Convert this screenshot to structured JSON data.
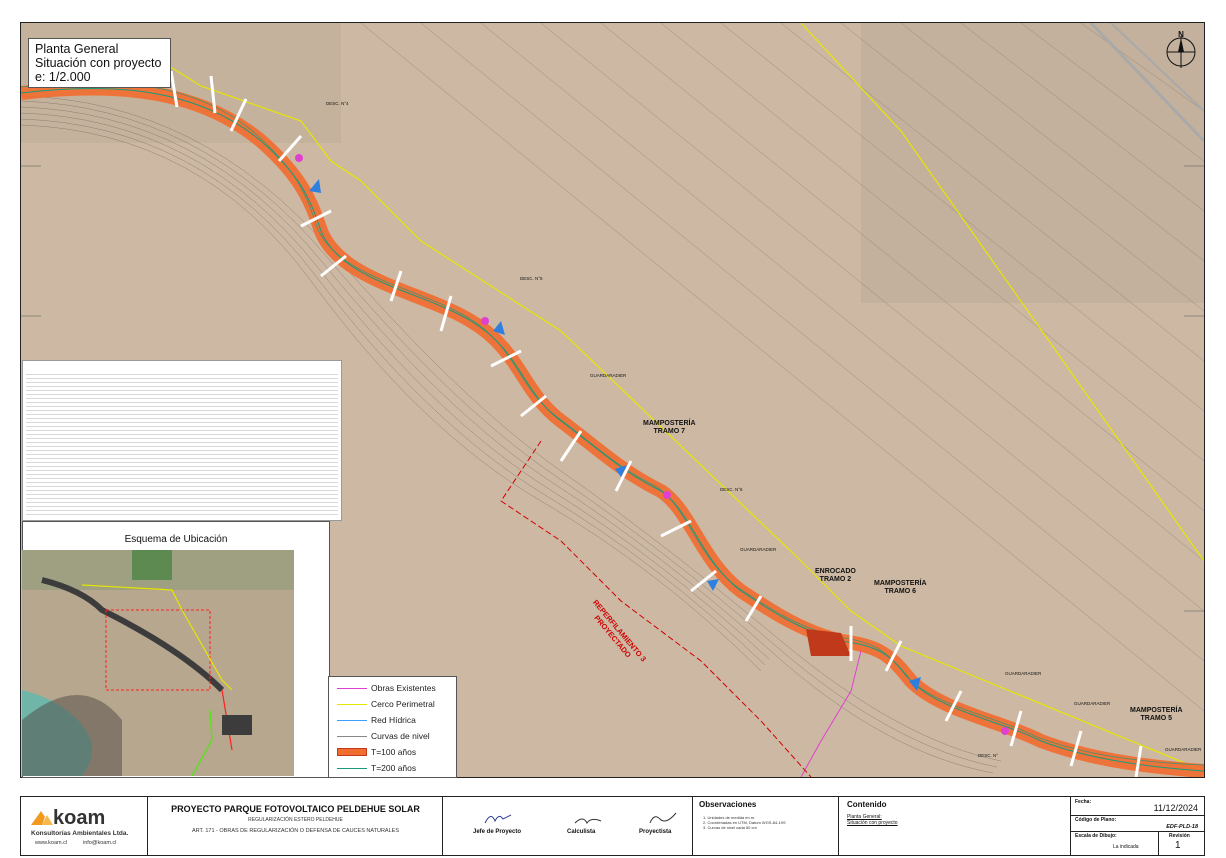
{
  "plan": {
    "title_lines": [
      "Planta General",
      "Situación con proyecto",
      "e: 1/2.000"
    ]
  },
  "map_labels": {
    "desc_top": "DESC. N°4",
    "desc_mid": "DESC. N°5",
    "desc_low": "DESC. N°6",
    "desc_bottom": "DESC. N°",
    "guardaradier": "GUARDARADIER",
    "mamposteria_7": [
      "MAMPOSTERÍA",
      "TRAMO 7"
    ],
    "enrocado_2": [
      "ENROCADO",
      "TRAMO 2"
    ],
    "mamposteria_6": [
      "MAMPOSTERÍA",
      "TRAMO 6"
    ],
    "mamposteria_5": [
      "MAMPOSTERÍA",
      "TRAMO 5"
    ],
    "reperfilamiento": [
      "REPERFILAMIENTO 3",
      "PROYECTADO"
    ]
  },
  "location_sketch": {
    "title": "Esquema de Ubicación"
  },
  "legend": {
    "items": [
      {
        "label": "Obras Existentes",
        "color": "#e040d0"
      },
      {
        "label": "Cerco Perimetral",
        "color": "#e6e600"
      },
      {
        "label": "Red Hídrica",
        "color": "#3aa0ff"
      },
      {
        "label": "Curvas de nivel",
        "color": "#888888"
      },
      {
        "label": "T=100 años",
        "color": "#f26b2f"
      },
      {
        "label": "T=200 años",
        "color": "#1a9a7a"
      }
    ]
  },
  "north_label": "N",
  "title_block": {
    "company_name": "koam",
    "company_sub": "Konsultorías Ambientales Ltda.",
    "company_web": "www.koam.cl",
    "company_mail": "info@koam.cl",
    "project_title": "PROYECTO PARQUE FOTOVOLTAICO PELDEHUE SOLAR",
    "project_sub": "REGULARIZACIÓN ESTERO PELDEHUE",
    "project_art": "ART. 171 - OBRAS DE REGULARIZACIÓN O DEFENSA DE CAUCES NATURALES",
    "role_1": "Jefe de Proyecto",
    "role_2": "Calculista",
    "role_3": "Proyectista",
    "obs_title": "Observaciones",
    "obs_lines": [
      "1. Unidades de medida en m.",
      "2. Coordenadas en UTM, Datum WGS-84-19S",
      "3. Curvas de nivel cada 50 cm"
    ],
    "content_title": "Contenido",
    "content_lines": [
      "Planta General:",
      "Situación con proyecto"
    ],
    "fecha_label": "Fecha:",
    "fecha_value": "11/12/2024",
    "codigo_label": "Código de Plano:",
    "codigo_value": "EDF-PLD-18",
    "escala_label": "Escala de Dibujo:",
    "escala_value": "La indicada",
    "revision_label": "Revisión",
    "revision_value": "1"
  },
  "colors": {
    "terrain": "#cdb9a3",
    "channel": "#f26b2f",
    "fence": "#e6e600",
    "hydro": "#3aa0ff",
    "existing": "#e040d0",
    "t200": "#1a9a7a",
    "repel": "#d00000"
  }
}
